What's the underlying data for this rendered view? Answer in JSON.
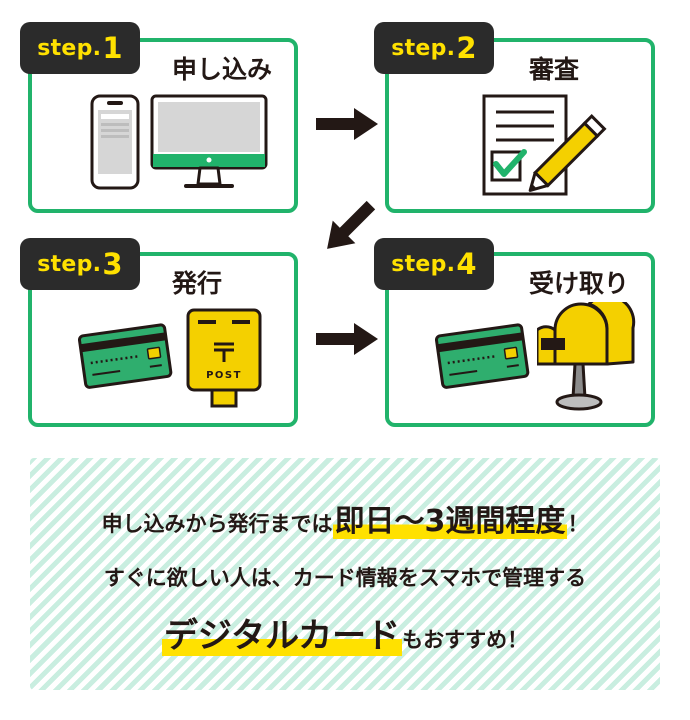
{
  "steps": [
    {
      "badge_prefix": "step.",
      "badge_number": "1",
      "title": "申し込み"
    },
    {
      "badge_prefix": "step.",
      "badge_number": "2",
      "title": "審査"
    },
    {
      "badge_prefix": "step.",
      "badge_number": "3",
      "title": "発行"
    },
    {
      "badge_prefix": "step.",
      "badge_number": "4",
      "title": "受け取り"
    }
  ],
  "postbox_label": "POST",
  "message": {
    "line1_prefix": "申し込みから発行までは",
    "line1_highlight": "即日〜3週間程度",
    "line1_suffix": "！",
    "line2": "すぐに欲しい人は、カード情報をスマホで管理する",
    "line3_highlight": "デジタルカード",
    "line3_suffix": "もおすすめ！"
  },
  "colors": {
    "accent_green": "#21b36b",
    "badge_dark": "#2b2b2b",
    "badge_text": "#ffe100",
    "highlight_yellow": "#ffe100",
    "postbox_yellow": "#f4d000",
    "card_green": "#2fae6e",
    "stripe_mint": "#c9eee0"
  }
}
